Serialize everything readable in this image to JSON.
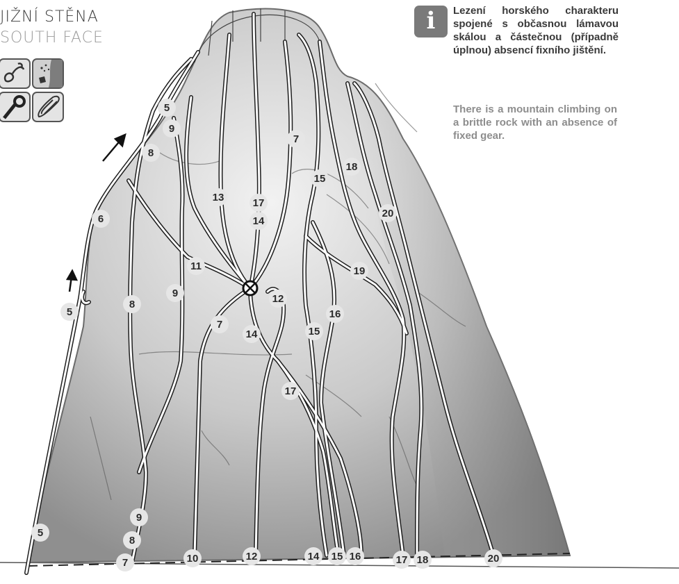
{
  "header": {
    "title_cz": "JIŽNÍ STĚNA",
    "title_en": "SOUTH FACE"
  },
  "info": {
    "icon": "info-icon",
    "icon_glyph": "i",
    "text_cz": "Lezení horského charakteru spojené s občasnou lámavou skálou a částečnou (případně úplnou) absencí fixního jištění.",
    "text_en": "There is a mountain climbing on a brittle rock with an absence of fixed gear."
  },
  "gear_icons": [
    "quickdraw-icon",
    "loose-rock-icon",
    "sling-icon",
    "rope-icon"
  ],
  "route_labels": {
    "r5_top": "5",
    "r9_top": "9",
    "r8_top": "8",
    "r6": "6",
    "r5_left": "5",
    "r13": "13",
    "r17_mid": "17",
    "r14_mid": "14",
    "r11": "11",
    "r9_mid": "9",
    "r8_mid": "8",
    "r7_top": "7",
    "r7_mid": "7",
    "r12_mid": "12",
    "r14_low": "14",
    "r15_top": "15",
    "r15_mid": "15",
    "r16_mid": "16",
    "r17_low": "17",
    "r18_top": "18",
    "r20_top": "20",
    "r19": "19",
    "r9_bot": "9",
    "r8_bot": "8",
    "r7_bot": "7",
    "r5_bot": "5",
    "r10_base": "10",
    "r12_base": "12",
    "r14_base": "14",
    "r15_base": "15",
    "r16_base": "16",
    "r17_base": "17",
    "r18_base": "18",
    "r20_base": "20"
  }
}
